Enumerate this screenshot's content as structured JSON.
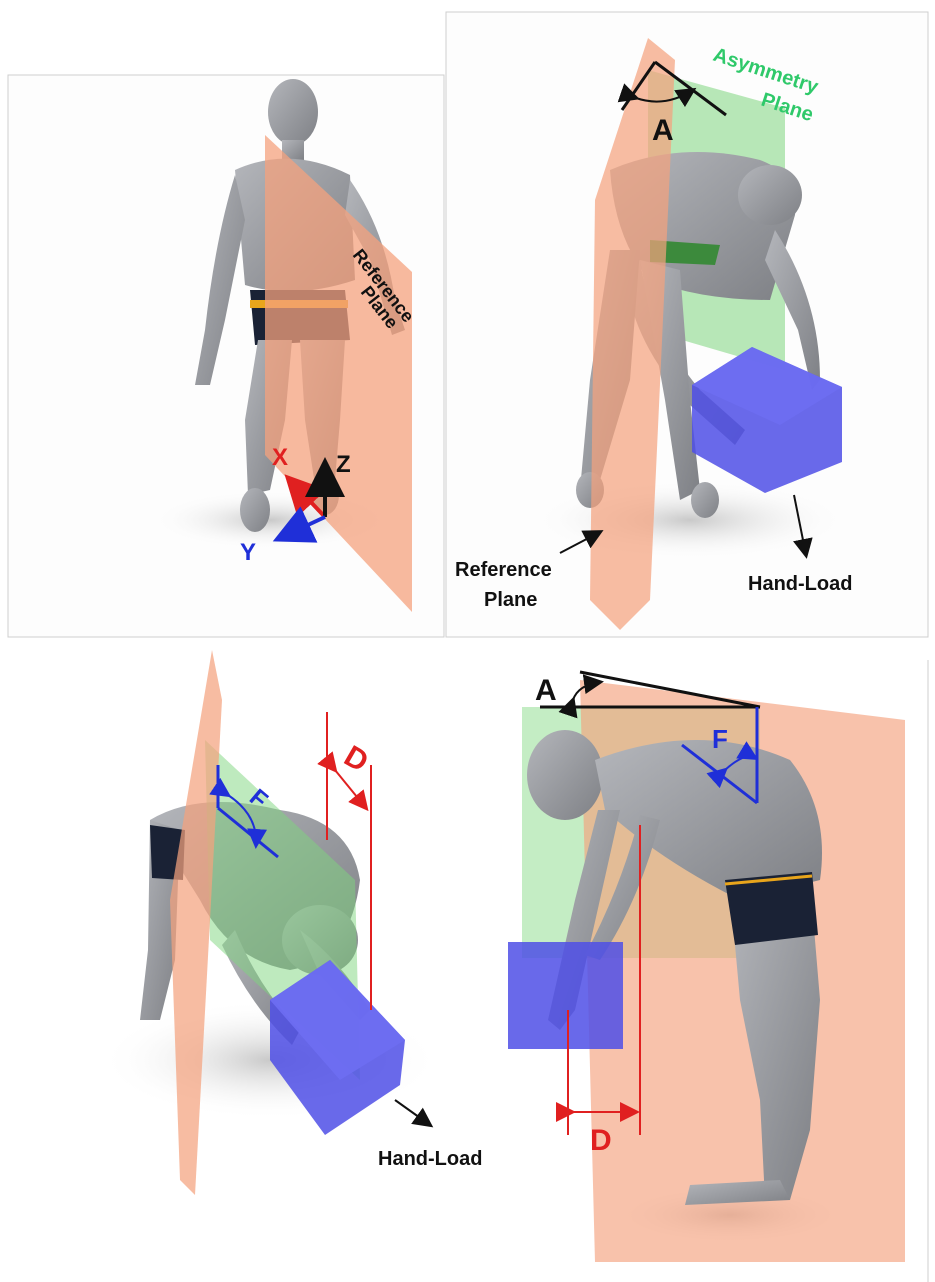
{
  "panels": {
    "top_left": {
      "reference_plane_label": [
        "Reference",
        "Plane"
      ],
      "axes": {
        "x": "X",
        "y": "Y",
        "z": "Z"
      }
    },
    "top_right": {
      "asymmetry_plane_label": [
        "Asymmetry",
        "Plane"
      ],
      "angle_label": "A",
      "reference_plane_label": [
        "Reference",
        "Plane"
      ],
      "hand_load_label": "Hand-Load"
    },
    "bottom_left": {
      "flexion_label": "F",
      "distance_label": "D",
      "hand_load_label": "Hand-Load"
    },
    "bottom_right": {
      "angle_label": "A",
      "flexion_label": "F",
      "distance_label": "D"
    }
  },
  "colors": {
    "reference_plane": "#f4a27e",
    "asymmetry_plane": "#7dd67d",
    "hand_load": "#4f4fe6",
    "body": "#9a9ca1",
    "x_axis": "#e02020",
    "y_axis": "#1f2fd8",
    "z_axis": "#111111",
    "asymmetry_text": "#2fc96a",
    "distance": "#e02020",
    "flexion": "#1f2fd8"
  }
}
